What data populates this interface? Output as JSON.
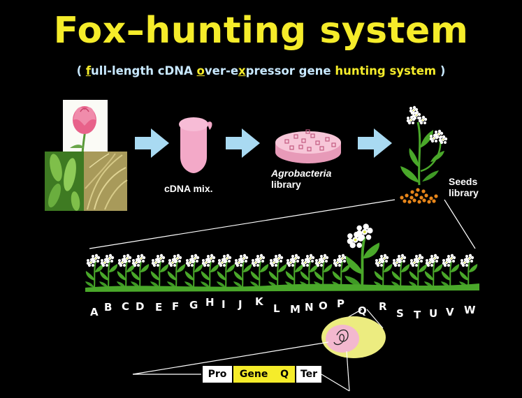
{
  "title": "Fox–hunting system",
  "subtitle": {
    "open": "(",
    "p1": "f",
    "p2": "ull-length cDNA ",
    "p3": "o",
    "p4": "ver-e",
    "p5": "x",
    "p6": "pressor gene ",
    "p7": "hunting system",
    "close": ")"
  },
  "labels": {
    "cdna_mix": "cDNA mix.",
    "agro_1": "Agrobacteria",
    "agro_2": "library",
    "seeds_1": "Seeds",
    "seeds_2": "library"
  },
  "plant_lines": [
    "A",
    "B",
    "C",
    "D",
    "E",
    "F",
    "G",
    "H",
    "I",
    "J",
    "K",
    "L",
    "M",
    "N",
    "O",
    "P",
    "Q",
    "R",
    "S",
    "T",
    "U",
    "V",
    "W"
  ],
  "construct": {
    "promoter": "Pro",
    "gene": "Gene",
    "gene_id": "Q",
    "terminator": "Ter"
  },
  "colors": {
    "title": "#f5ec2a",
    "subtitle": "#c8e8ff",
    "arrow": "#a9daf2",
    "tube": "#f3a9c8",
    "dish": "#f7c6d8",
    "plant_green": "#4aa82a",
    "flower": "#ffffff",
    "seeds": "#e8861a",
    "cell": "#ecec80",
    "gene_box": "#f5ec2a"
  }
}
